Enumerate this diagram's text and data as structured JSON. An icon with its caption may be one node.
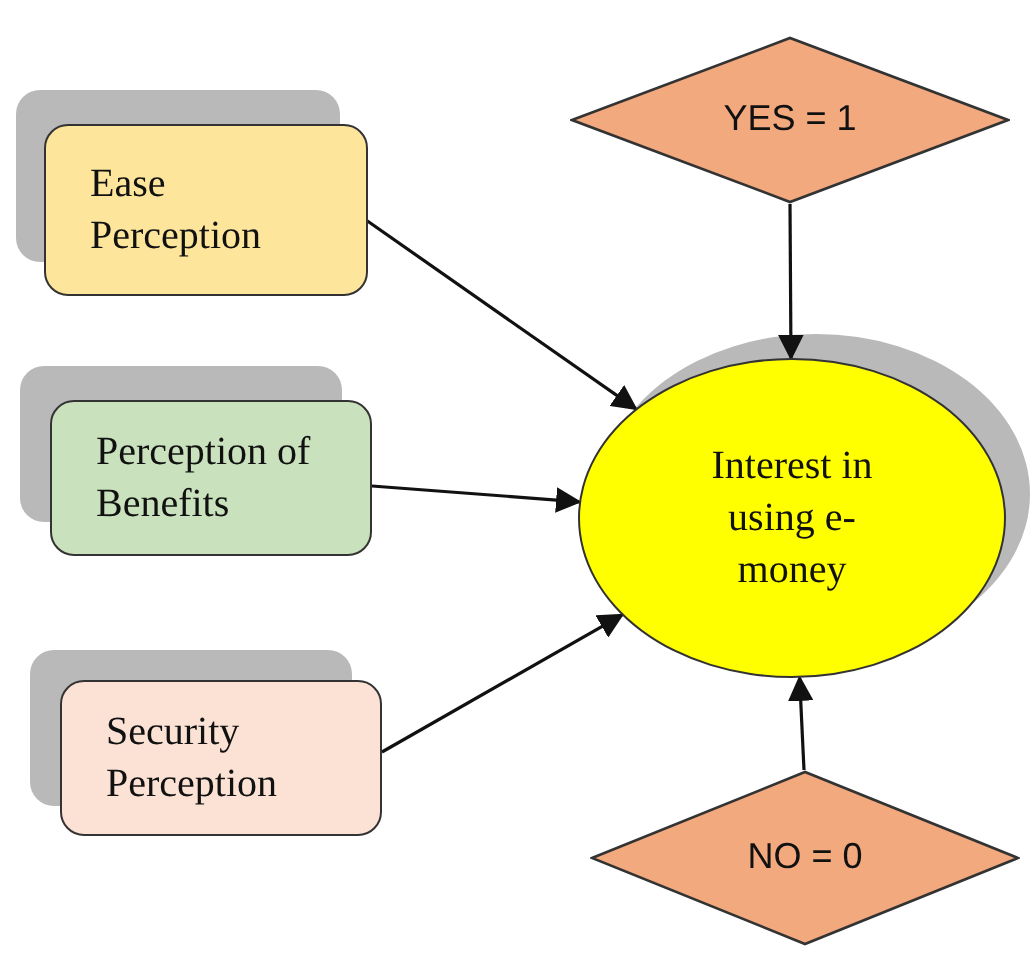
{
  "diagram": {
    "nodes": [
      {
        "text": [
          "Ease Perception"
        ]
      },
      {
        "text": [
          "Perception of Benefits"
        ]
      },
      {
        "text": [
          "Security Perception"
        ]
      },
      {
        "text": [
          "YES = 1"
        ]
      },
      {
        "text": [
          "Interest in using e-money"
        ]
      },
      {
        "text": [
          "NO = 0"
        ]
      }
    ],
    "edges": [
      {
        "from": 0,
        "to": 4,
        "arrow": "to"
      },
      {
        "from": 1,
        "to": 4,
        "arrow": "to"
      },
      {
        "from": 2,
        "to": 4,
        "arrow": "to"
      },
      {
        "from": 3,
        "to": 4,
        "arrow": "to"
      },
      {
        "from": 5,
        "to": 4,
        "arrow": "to"
      }
    ]
  }
}
